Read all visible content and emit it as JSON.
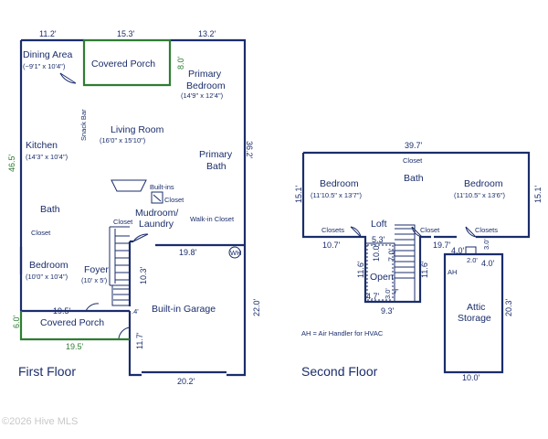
{
  "first_floor": {
    "title": "First Floor",
    "dims": {
      "top_left": "11.2'",
      "top_mid": "15.3'",
      "top_right": "13.2'",
      "porch_drop": "8.0'",
      "left_height": "46.5'",
      "right_height": "36.2'",
      "garage_top": "19.8'",
      "garage_left": "10.3'",
      "garage_right": "22.0'",
      "garage_bottom": "20.2'",
      "porch_width": "19.5'",
      "porch_depth": "6.0'",
      "porch_bottom": "19.5'",
      "bay_depth": "11.7'",
      "small_mark": ".4'"
    },
    "rooms": {
      "dining": "Dining Area",
      "dining_size": "(~9'1\" x 10'4\")",
      "covered_porch_top": "Covered Porch",
      "primary_bedroom": "Primary\nBedroom",
      "primary_bedroom_size": "(14'9\" x 12'4\")",
      "living": "Living Room",
      "living_size": "(16'0\" x 15'10\")",
      "kitchen": "Kitchen",
      "kitchen_size": "(14'3\" x 10'4\")",
      "snack_bar": "Snack Bar",
      "primary_bath": "Primary\nBath",
      "built_ins": "Built-ins",
      "closet_a": "Closet",
      "bath": "Bath",
      "closet_b": "Closet",
      "closet_c": "Closet",
      "mudroom": "Mudroom/\nLaundry",
      "walk_in_closet": "Walk-in Closet",
      "bedroom": "Bedroom",
      "bedroom_size": "(10'0\" x 10'4\")",
      "foyer": "Foyer",
      "foyer_size": "(10' x 5')",
      "garage": "Built-in Garage",
      "covered_porch_bottom": "Covered Porch",
      "wh": "WH"
    }
  },
  "second_floor": {
    "title": "Second Floor",
    "dims": {
      "top": "39.7'",
      "left": "15.1'",
      "right": "15.1'",
      "left_bottom": "10.7'",
      "loft_width": "5.3'",
      "loft_left": "11.6'",
      "loft_right": "11.6'",
      "open_v1": "10.0'",
      "open_v2": "7.0'",
      "open_h": "4.7'",
      "open_v3": "3.0'",
      "open_small": "7'",
      "bottom": "9.3'",
      "right_bottom": "19.7'",
      "attic_notch_w": "4.0'",
      "attic_notch_h": "3.0'",
      "attic_a": "2.0'",
      "attic_b": "4.0'",
      "attic_height": "20.3'",
      "attic_width": "10.0'"
    },
    "rooms": {
      "closet_top": "Closet",
      "bedroom_left": "Bedroom",
      "bedroom_left_size": "(11'10.5\" x 13'7\")",
      "bath": "Bath",
      "bedroom_right": "Bedroom",
      "bedroom_right_size": "(11'10.5\" x 13'6\")",
      "closets_left": "Closets",
      "loft": "Loft",
      "closet_mid": "Closet",
      "closets_right": "Closets",
      "open": "Open",
      "ah": "AH",
      "attic": "Attic\nStorage",
      "legend": "AH = Air Handler for HVAC"
    }
  },
  "watermark": "©2026 Hive MLS",
  "colors": {
    "wall": "#1a2d6b",
    "porch": "#2e7d32"
  }
}
